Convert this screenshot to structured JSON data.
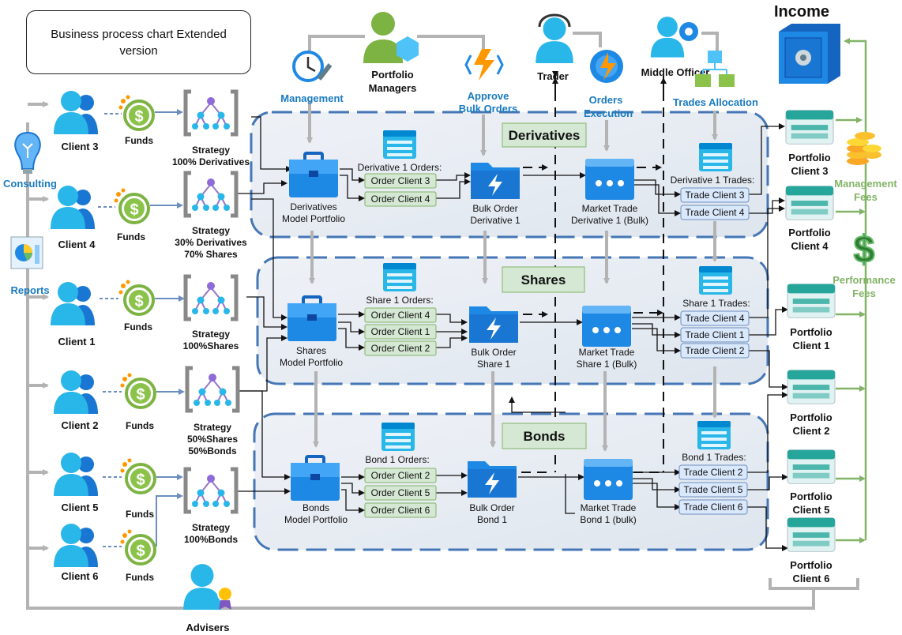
{
  "title": {
    "line1": "Business process chart Extended",
    "line2": "version"
  },
  "income": "Income",
  "consulting": "Consulting",
  "reports": "Reports",
  "advisers": "Advisers",
  "top_roles": {
    "portfolio_managers": [
      "Portfolio",
      "Managers"
    ],
    "management": "Management",
    "approve": [
      "Approve",
      "Bulk Orders"
    ],
    "trader": "Trader",
    "orders_execution": [
      "Orders",
      "Execution"
    ],
    "middle_officer": "Middle Officer",
    "trades_allocation": "Trades Allocation"
  },
  "funds_label": "Funds",
  "clients": [
    "Client 3",
    "Client 4",
    "Client 1",
    "Client 2",
    "Client 5",
    "Client 6"
  ],
  "strategies": [
    [
      "Strategy",
      "100% Derivatives"
    ],
    [
      "Strategy",
      "30% Derivatives",
      "70% Shares"
    ],
    [
      "Strategy",
      "100%Shares"
    ],
    [
      "Strategy",
      "50%Shares",
      "50%Bonds"
    ],
    [
      "Strategy",
      "100%Bonds"
    ]
  ],
  "sections": [
    "Derivatives",
    "Shares",
    "Bonds"
  ],
  "model_portfolios": [
    [
      "Derivatives",
      "Model Portfolio"
    ],
    [
      "Shares",
      "Model Portfolio"
    ],
    [
      "Bonds",
      "Model Portfolio"
    ]
  ],
  "orders": [
    {
      "title": "Derivative 1 Orders:",
      "items": [
        "Order Client 3",
        "Order Client 4"
      ]
    },
    {
      "title": "Share 1 Orders:",
      "items": [
        "Order Client 4",
        "Order Client 1",
        "Order Client 2"
      ]
    },
    {
      "title": "Bond 1 Orders:",
      "items": [
        "Order Client 2",
        "Order Client 5",
        "Order Client 6"
      ]
    }
  ],
  "bulk_orders": [
    [
      "Bulk Order",
      "Derivative 1"
    ],
    [
      "Bulk Order",
      "Share 1"
    ],
    [
      "Bulk Order",
      "Bond 1"
    ]
  ],
  "market_trades": [
    [
      "Market Trade",
      "Derivative 1 (Bulk)"
    ],
    [
      "Market Trade",
      "Share 1 (Bulk)"
    ],
    [
      "Market Trade",
      "Bond 1 (bulk)"
    ]
  ],
  "trades": [
    {
      "title": "Derivative 1 Trades:",
      "items": [
        "Trade Client 3",
        "Trade Client 4"
      ]
    },
    {
      "title": "Share 1 Trades:",
      "items": [
        "Trade Client 4",
        "Trade Client 1",
        "Trade Client 2"
      ]
    },
    {
      "title": "Bond 1 Trades:",
      "items": [
        "Trade Client 2",
        "Trade Client 5",
        "Trade Client 6"
      ]
    }
  ],
  "portfolios": [
    [
      "Portfolio",
      "Client 3"
    ],
    [
      "Portfolio",
      "Client 4"
    ],
    [
      "Portfolio",
      "Client 1"
    ],
    [
      "Portfolio",
      "Client 2"
    ],
    [
      "Portfolio",
      "Client 5"
    ],
    [
      "Portfolio",
      "Client 6"
    ]
  ],
  "fees": {
    "management": [
      "Management",
      "Fees"
    ],
    "performance": [
      "Performance",
      "Fees"
    ]
  },
  "colors": {
    "person": "#29b6e8",
    "blue_icon": "#1e88e5",
    "order_box_fill": "#d5e8d4",
    "order_box_stroke": "#82b366",
    "trade_box_fill": "#dae8fc",
    "trade_box_stroke": "#6c8ebf",
    "fees_green": "#82b366",
    "label_blue": "#1a7bbf",
    "connector_gray": "#b3b3b3"
  }
}
